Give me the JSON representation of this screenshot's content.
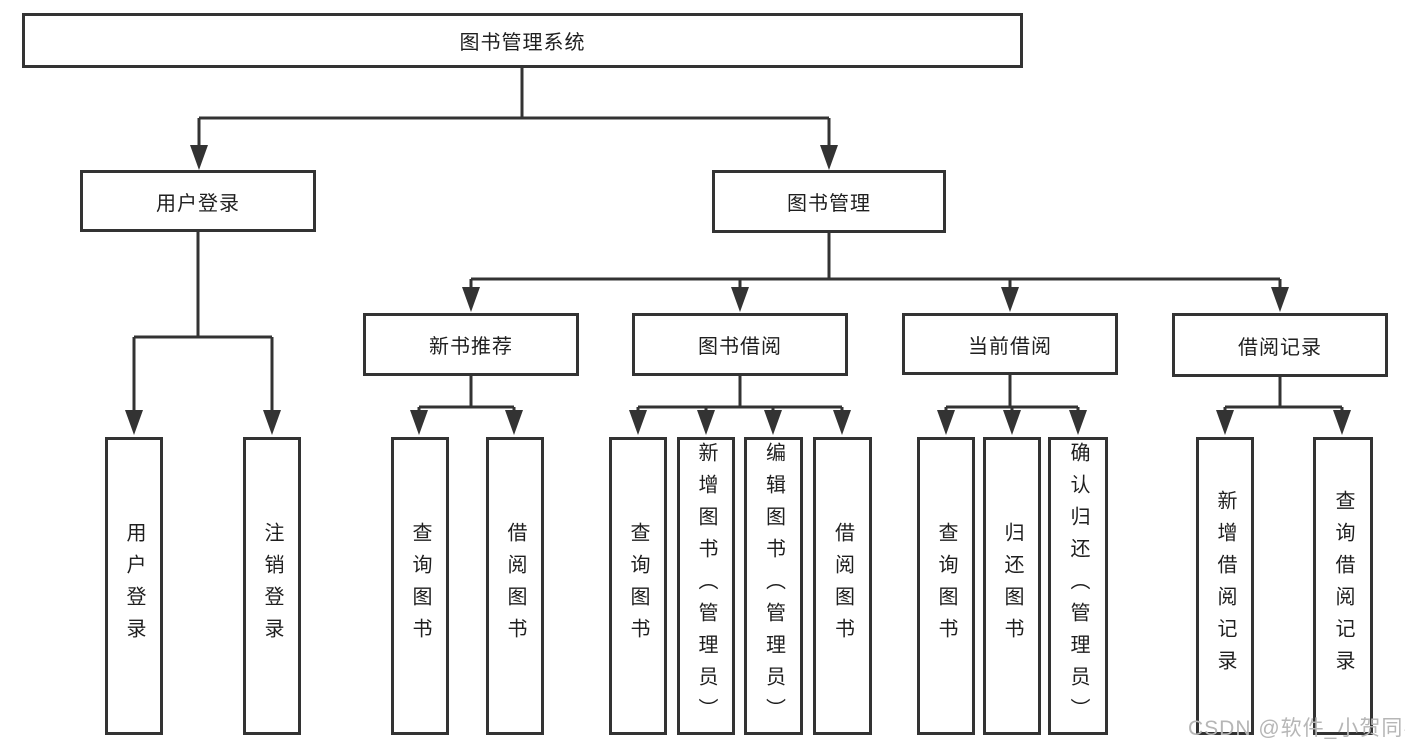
{
  "colors": {
    "line": "#333333",
    "text": "#1f1f1f",
    "watermark": "#b6b6b6",
    "background": "#ffffff"
  },
  "watermark": {
    "text": "CSDN @软件_小贺同学"
  },
  "diagram": {
    "root": {
      "label": "图书管理系统"
    },
    "branches": [
      {
        "label": "用户登录",
        "children": [
          {
            "label": "用户登录"
          },
          {
            "label": "注销登录"
          }
        ]
      },
      {
        "label": "图书管理",
        "children": [
          {
            "label": "新书推荐",
            "children": [
              {
                "label": "查询图书"
              },
              {
                "label": "借阅图书"
              }
            ]
          },
          {
            "label": "图书借阅",
            "children": [
              {
                "label": "查询图书"
              },
              {
                "label": "新增图书（管理员）"
              },
              {
                "label": "编辑图书（管理员）"
              },
              {
                "label": "借阅图书"
              }
            ]
          },
          {
            "label": "当前借阅",
            "children": [
              {
                "label": "查询图书"
              },
              {
                "label": "归还图书"
              },
              {
                "label": "确认归还（管理员）"
              }
            ]
          },
          {
            "label": "借阅记录",
            "children": [
              {
                "label": "新增借阅记录"
              },
              {
                "label": "查询借阅记录"
              }
            ]
          }
        ]
      }
    ]
  }
}
